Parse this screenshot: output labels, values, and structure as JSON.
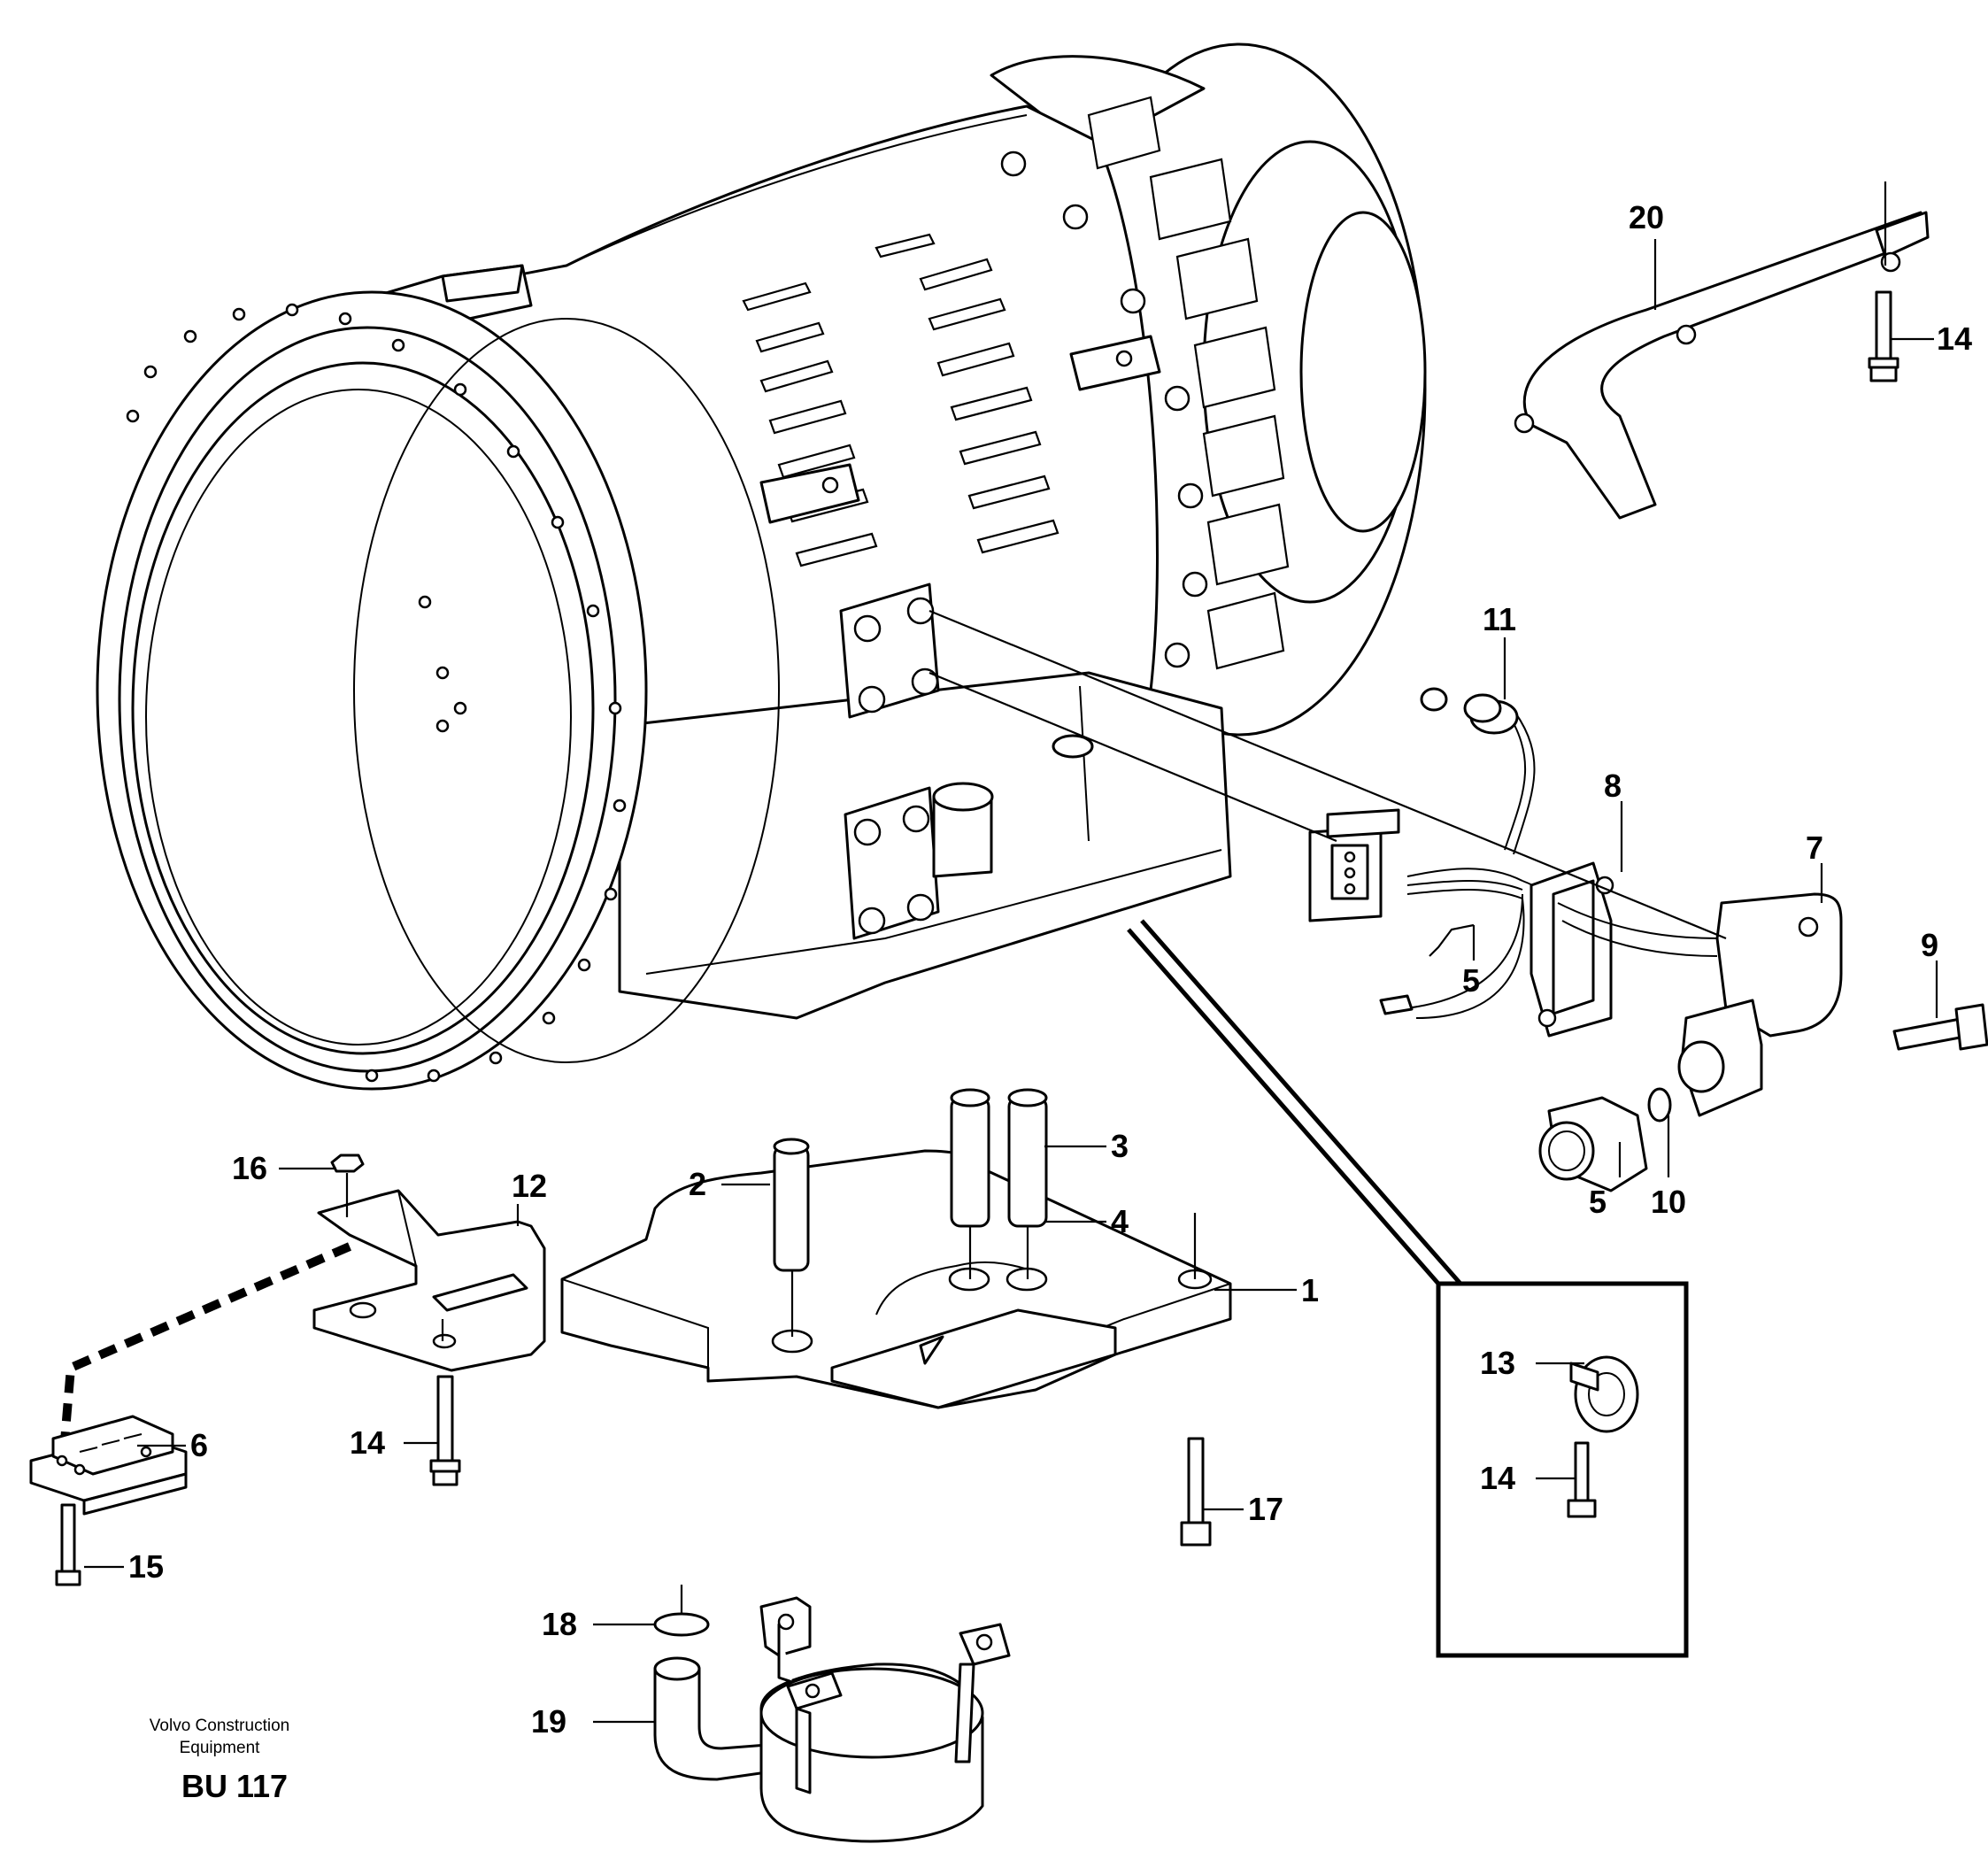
{
  "figure": {
    "caption_line1": "Volvo Construction",
    "caption_line2": "Equipment",
    "drawing_code": "BU 117"
  },
  "callouts": [
    {
      "id": "c1",
      "text": "1"
    },
    {
      "id": "c2",
      "text": "2"
    },
    {
      "id": "c3",
      "text": "3"
    },
    {
      "id": "c4",
      "text": "4"
    },
    {
      "id": "c5a",
      "text": "5"
    },
    {
      "id": "c5b",
      "text": "5"
    },
    {
      "id": "c6",
      "text": "6"
    },
    {
      "id": "c7",
      "text": "7"
    },
    {
      "id": "c8",
      "text": "8"
    },
    {
      "id": "c9",
      "text": "9"
    },
    {
      "id": "c10",
      "text": "10"
    },
    {
      "id": "c11",
      "text": "11"
    },
    {
      "id": "c12",
      "text": "12"
    },
    {
      "id": "c13",
      "text": "13"
    },
    {
      "id": "c14a",
      "text": "14"
    },
    {
      "id": "c14b",
      "text": "14"
    },
    {
      "id": "c14c",
      "text": "14"
    },
    {
      "id": "c15",
      "text": "15"
    },
    {
      "id": "c16",
      "text": "16"
    },
    {
      "id": "c17",
      "text": "17"
    },
    {
      "id": "c18",
      "text": "18"
    },
    {
      "id": "c19",
      "text": "19"
    },
    {
      "id": "c20",
      "text": "20"
    }
  ]
}
